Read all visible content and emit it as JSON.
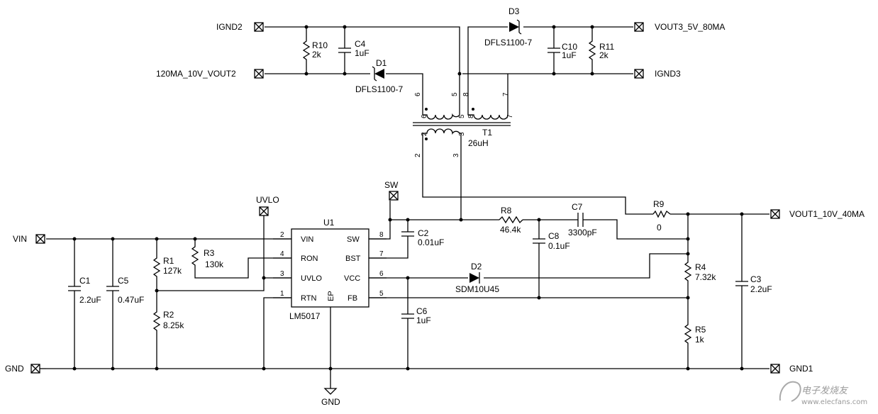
{
  "ports": {
    "ignd2": "IGND2",
    "vout2": "120MA_10V_VOUT2",
    "vout3": "VOUT3_5V_80MA",
    "ignd3": "IGND3",
    "vin": "VIN",
    "gnd": "GND",
    "gnd1": "GND1",
    "vout1": "VOUT1_10V_40MA",
    "uvlo": "UVLO",
    "sw": "SW",
    "gnd_bottom": "GND"
  },
  "components": {
    "r10": {
      "ref": "R10",
      "value": "2k"
    },
    "c4": {
      "ref": "C4",
      "value": "1uF"
    },
    "d1": {
      "ref": "D1",
      "value": "DFLS1100-7"
    },
    "d3": {
      "ref": "D3",
      "value": "DFLS1100-7"
    },
    "c10": {
      "ref": "C10",
      "value": "1uF"
    },
    "r11": {
      "ref": "R11",
      "value": "2k"
    },
    "t1": {
      "ref": "T1",
      "value": "26uH"
    },
    "u1": {
      "ref": "U1",
      "part": "LM5017",
      "ep": "EP"
    },
    "c1": {
      "ref": "C1",
      "value": "2.2uF"
    },
    "c5": {
      "ref": "C5",
      "value": "0.47uF"
    },
    "r1": {
      "ref": "R1",
      "value": "127k"
    },
    "r2": {
      "ref": "R2",
      "value": "8.25k"
    },
    "r3": {
      "ref": "R3",
      "value": "130k"
    },
    "c2": {
      "ref": "C2",
      "value": "0.01uF"
    },
    "r8": {
      "ref": "R8",
      "value": "46.4k"
    },
    "c7": {
      "ref": "C7",
      "value": "3300pF"
    },
    "c8": {
      "ref": "C8",
      "value": "0.1uF"
    },
    "r9": {
      "ref": "R9",
      "value": "0"
    },
    "d2": {
      "ref": "D2",
      "value": "SDM10U45"
    },
    "c6": {
      "ref": "C6",
      "value": "1uF"
    },
    "r4": {
      "ref": "R4",
      "value": "7.32k"
    },
    "r5": {
      "ref": "R5",
      "value": "1k"
    },
    "c3": {
      "ref": "C3",
      "value": "2.2uF"
    }
  },
  "u1_pins": {
    "vin": "VIN",
    "ron": "RON",
    "uvlo": "UVLO",
    "rtn": "RTN",
    "sw": "SW",
    "bst": "BST",
    "vcc": "VCC",
    "fb": "FB",
    "n2": "2",
    "n4": "4",
    "n3": "3",
    "n1": "1",
    "n8": "8",
    "n7": "7",
    "n6": "6",
    "n5": "5"
  },
  "t1_pins": {
    "p6a": "6",
    "p5a": "5",
    "p8a": "8",
    "p7a": "7",
    "p6b": "6",
    "p5b": "5",
    "p8b": "8",
    "p7b": "7",
    "p2a": "2",
    "p3a": "3",
    "p2b": "2",
    "p3b": "3"
  },
  "watermark": {
    "line1": "电子发烧友",
    "line2": "www.elecfans.com"
  }
}
